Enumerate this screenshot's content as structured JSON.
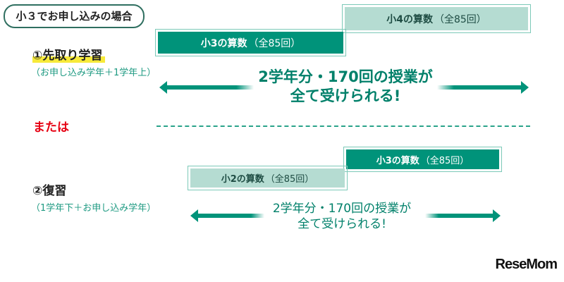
{
  "header_label": "小３でお申し込みの場合",
  "plan1": {
    "title": "①先取り学習",
    "subtitle": "（お申し込み学年＋1学年上）",
    "box_upper": {
      "subject": "小4の算数",
      "count": "（全85回）"
    },
    "box_lower": {
      "subject": "小3の算数",
      "count": "（全85回）"
    },
    "message_line1": "2学年分・170回の授業が",
    "message_line2": "全て受けられる!"
  },
  "or_label": "または",
  "plan2": {
    "title": "②復習",
    "subtitle": "（1学年下＋お申し込み学年）",
    "box_upper": {
      "subject": "小3の算数",
      "count": "（全85回）"
    },
    "box_lower": {
      "subject": "小2の算数",
      "count": "（全85回）"
    },
    "message_line1": "2学年分・170回の授業が",
    "message_line2": "全て受けられる!"
  },
  "logo": "ReseMom",
  "colors": {
    "accent": "#00937a",
    "light": "#b5dcd2",
    "red": "#e60012",
    "highlight": "#f7ea3a"
  }
}
